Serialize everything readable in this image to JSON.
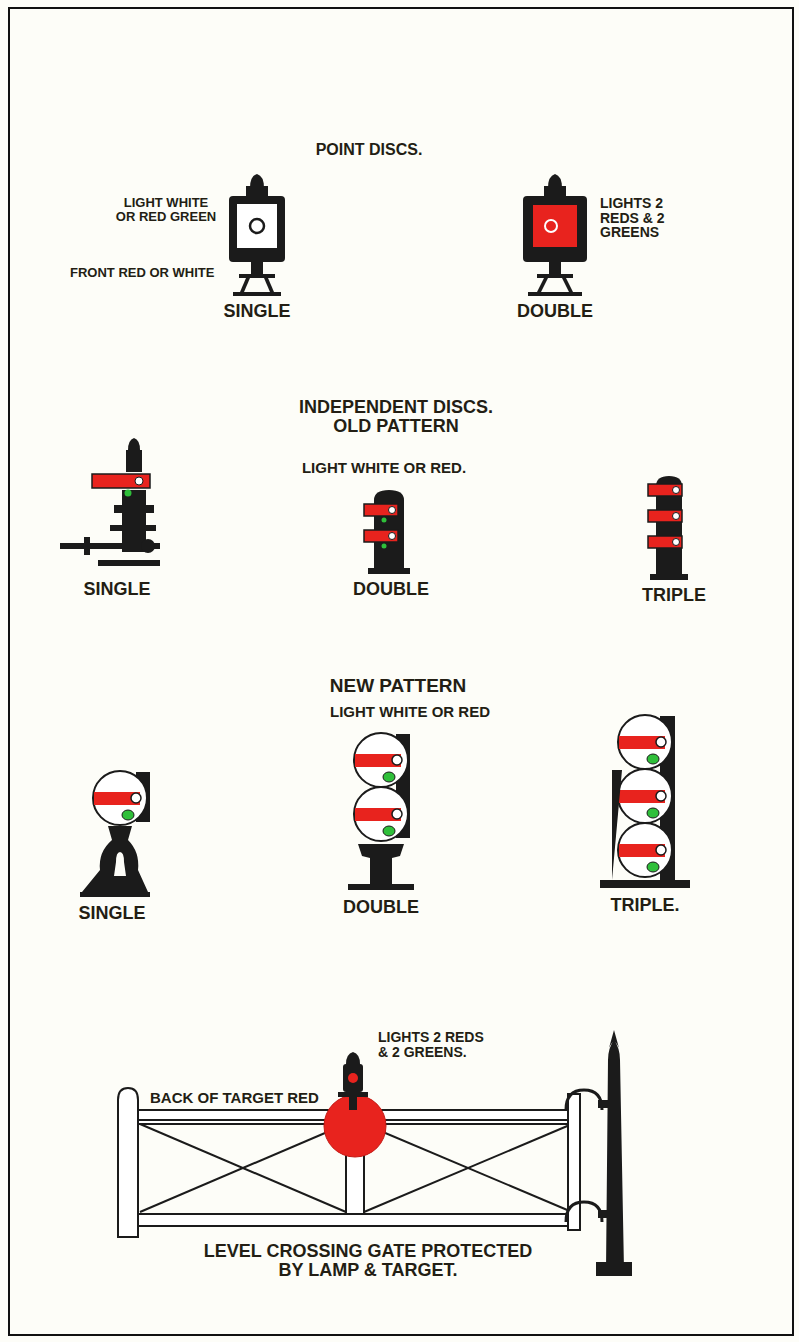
{
  "diagram": {
    "labels": [
      "POINT DISCS.",
      "LIGHT WHITE OR RED GREEN",
      "FRONT RED OR WHITE",
      "SINGLE",
      "LIGHTS 2 REDS & 2 GREENS",
      "DOUBLE",
      "INDEPENDENT DISCS. OLD PATTERN",
      "LIGHT WHITE OR RED.",
      "SINGLE",
      "DOUBLE",
      "TRIPLE",
      "NEW PATTERN",
      "LIGHT WHITE OR RED",
      "SINGLE",
      "DOUBLE",
      "TRIPLE.",
      "BACK OF TARGET RED",
      "LIGHTS 2 REDS & 2 GREENS.",
      "LEVEL CROSSING GATE PROTECTED BY LAMP & TARGET."
    ]
  }
}
